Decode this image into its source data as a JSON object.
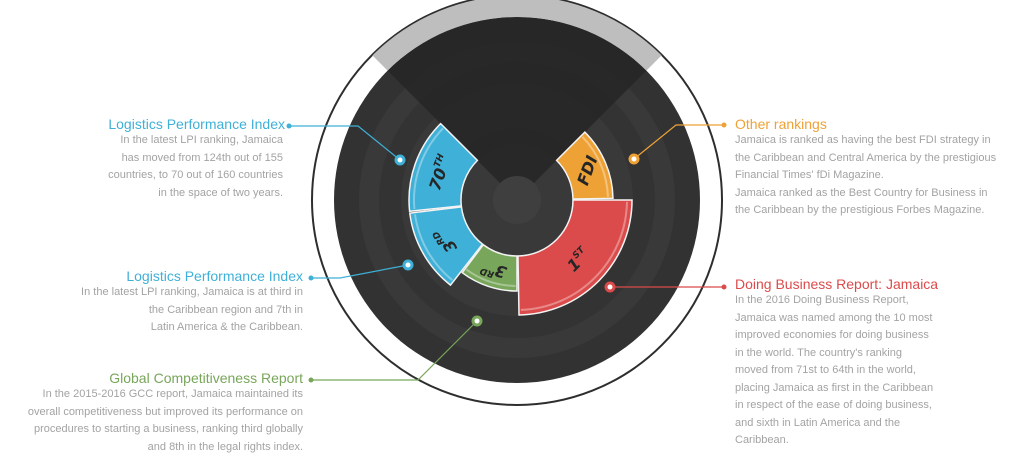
{
  "segments": [
    {
      "label": "70",
      "suffix": "TH",
      "color": "#3fb0d7"
    },
    {
      "label": "3",
      "suffix": "RD",
      "color": "#3fb0d7"
    },
    {
      "label": "3",
      "suffix": "RD",
      "color": "#78a65a"
    },
    {
      "label": "1",
      "suffix": "ST",
      "color": "#dc4b4b"
    },
    {
      "label": "FDI",
      "suffix": "",
      "color": "#eea236"
    }
  ],
  "callouts": {
    "lpi1": {
      "title": "Logistics Performance Index",
      "color": "#3fb0d7",
      "lines": [
        "In the latest LPI ranking, Jamaica",
        "has moved from 124th out of 155",
        "countries, to 70 out of 160 countries",
        "in the space of two years."
      ]
    },
    "lpi2": {
      "title": "Logistics Performance Index",
      "color": "#3fb0d7",
      "lines": [
        "In the latest LPI ranking, Jamaica is at third in",
        "the Caribbean region and 7th in",
        "Latin America & the Caribbean."
      ]
    },
    "gcr": {
      "title": "Global Competitiveness Report",
      "color": "#78a65a",
      "lines": [
        "In the 2015-2016 GCC report, Jamaica maintained its",
        "overall competitiveness but improved its performance on",
        "procedures to starting a business, ranking third globally",
        "and 8th in the legal rights index."
      ]
    },
    "other": {
      "title": "Other rankings",
      "color": "#eea236",
      "lines": [
        "Jamaica is ranked as having the best FDI strategy in",
        "the Caribbean and Central America by the prestigious",
        "Financial Times' fDi Magazine.",
        "Jamaica ranked as the Best Country for Business in",
        "the Caribbean by the prestigious Forbes Magazine."
      ]
    },
    "dbr": {
      "title": "Doing Business Report: Jamaica",
      "color": "#dc4b4b",
      "lines": [
        "In the 2016 Doing Business Report,",
        "Jamaica was named among the 10 most",
        "improved economies for doing business",
        "in the world.  The country's ranking",
        "moved from 71st to 64th in the world,",
        "placing Jamaica as first in the Caribbean",
        "in respect of the ease of doing business,",
        "and sixth in Latin America and the",
        "Caribbean."
      ]
    }
  }
}
